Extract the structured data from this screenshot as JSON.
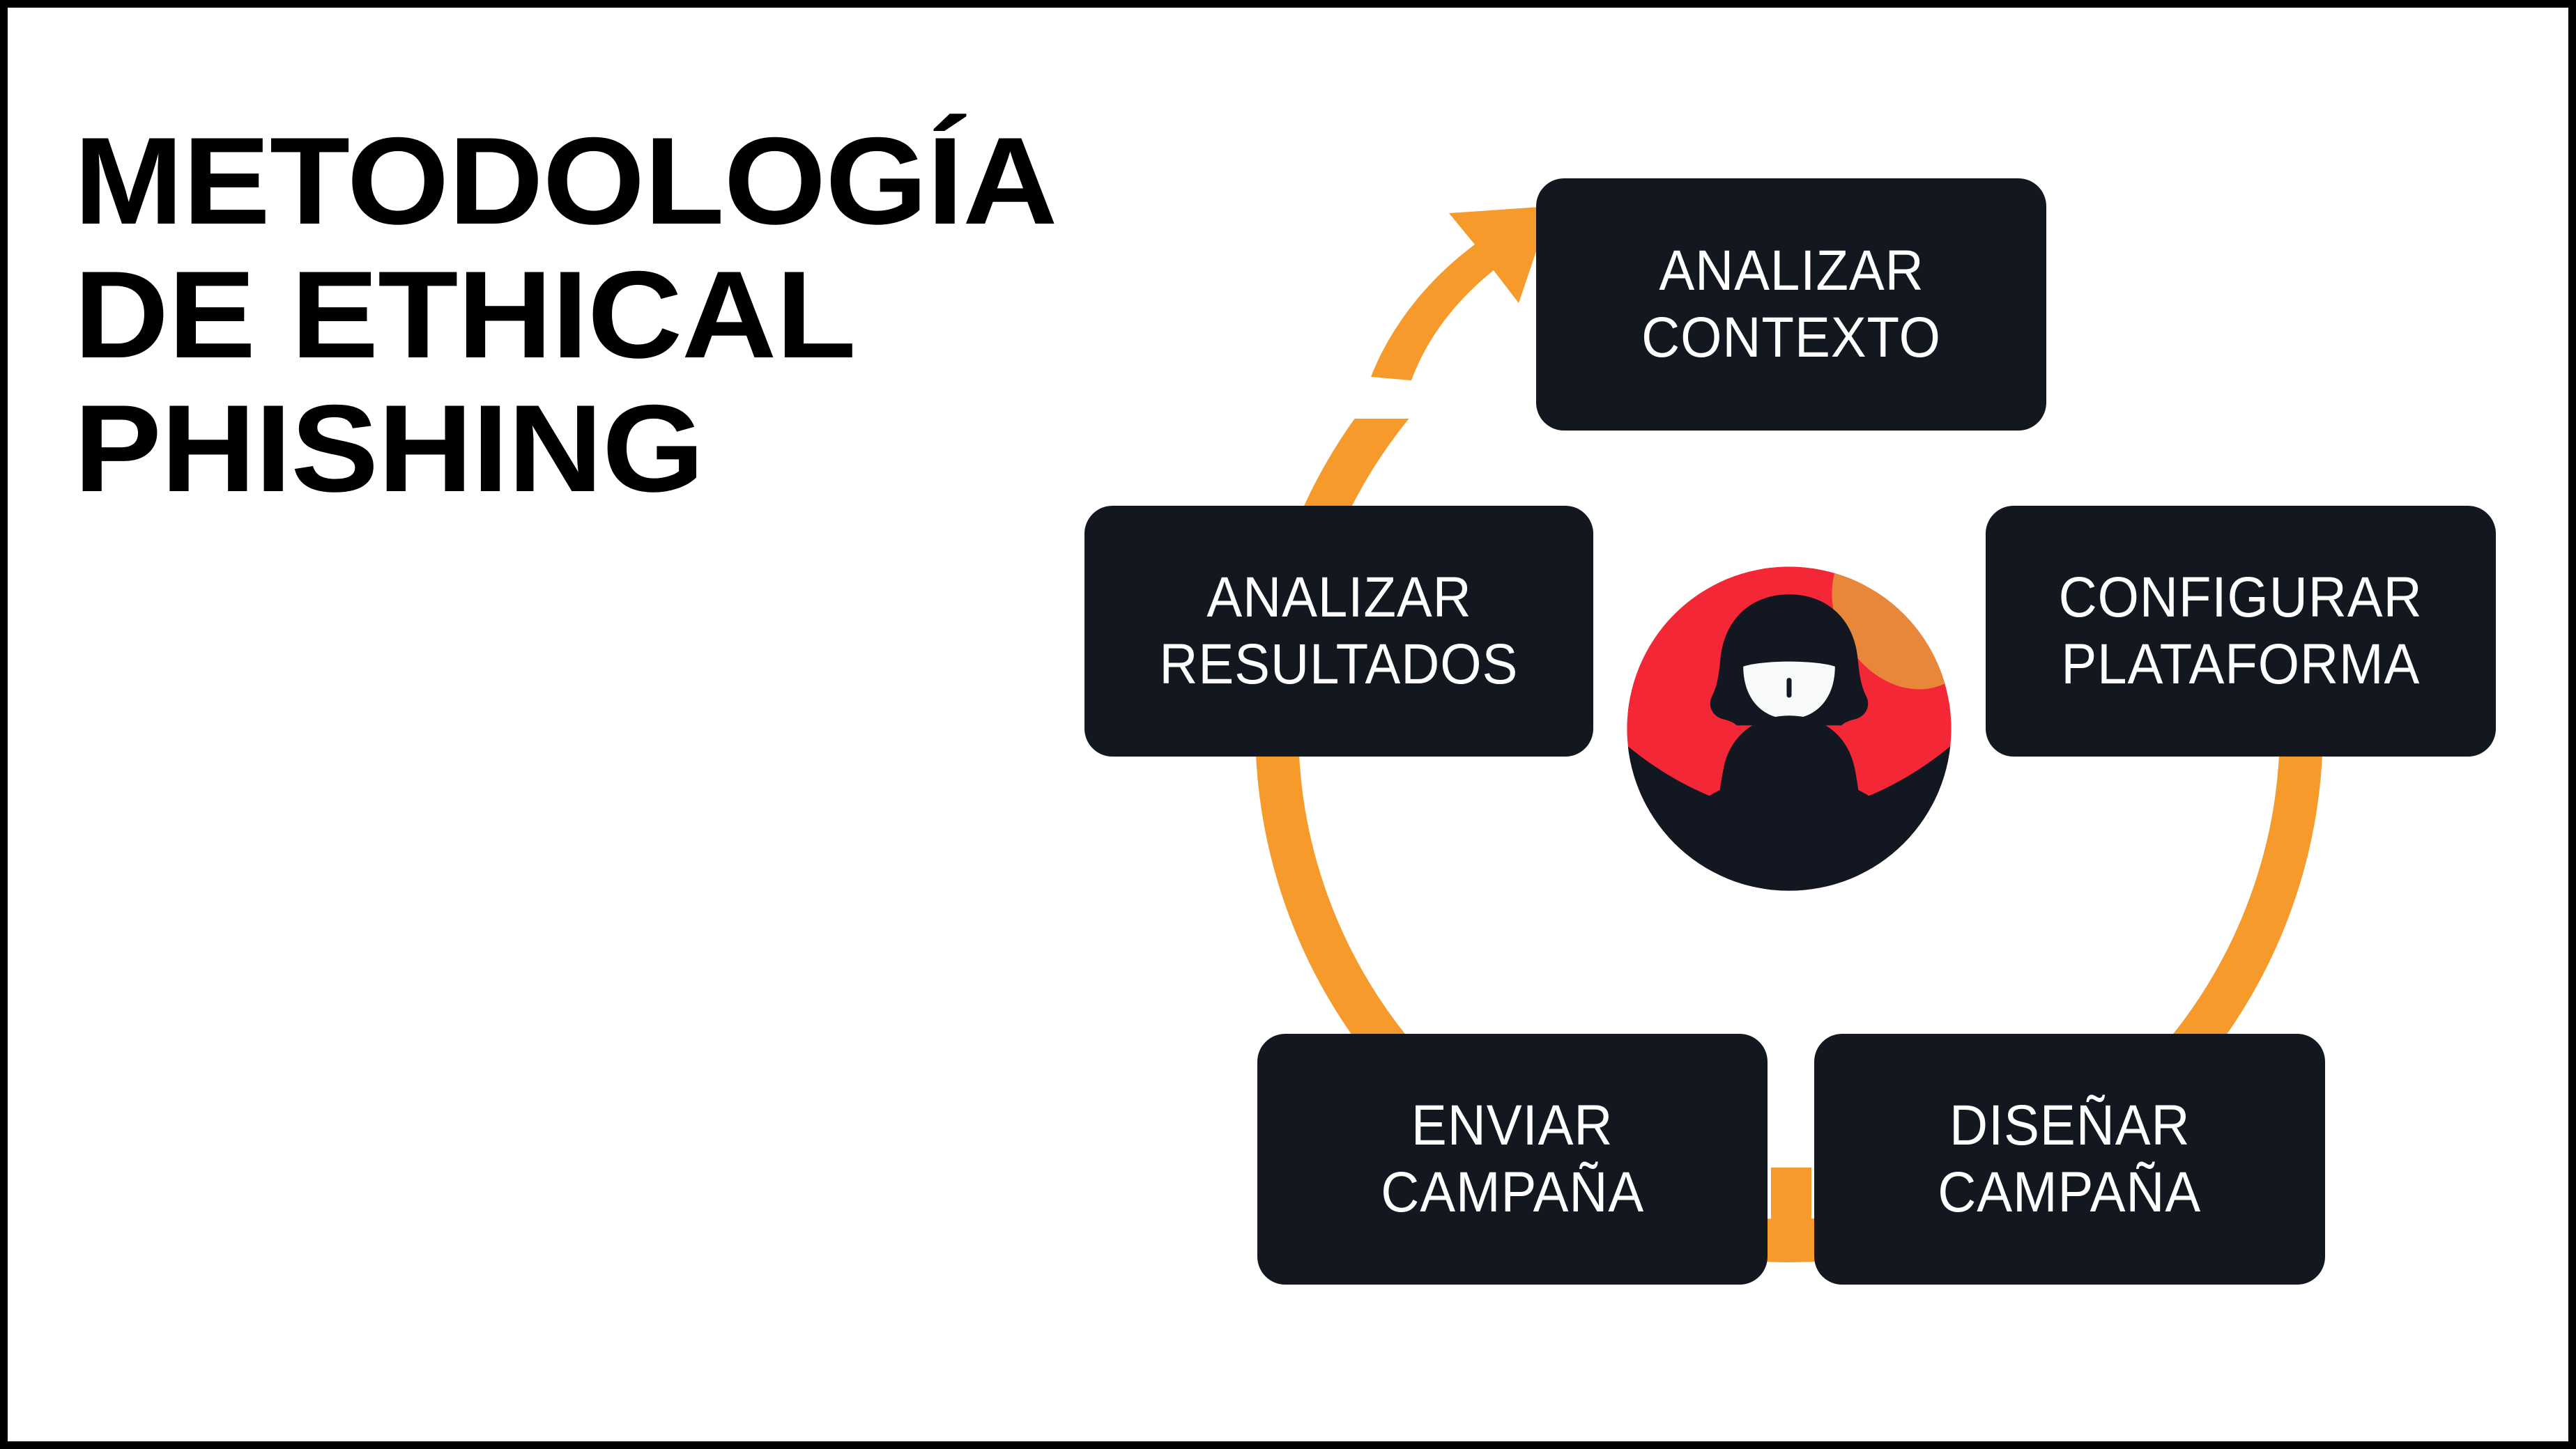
{
  "page": {
    "background_color": "#FFFFFF",
    "border_color": "#000000",
    "accent_orange": "#F79A2C",
    "node_fill": "#131820",
    "node_text_color": "#FFFFFF",
    "badge_red": "#F32735",
    "badge_orange": "#E8873A",
    "badge_dark": "#121722",
    "badge_face": "#F7FAF9"
  },
  "title": {
    "lines": [
      "METODOLOGÍA",
      "DE ETHICAL",
      "PHISHING"
    ],
    "full_text": "METODOLOGÍA DE ETHICAL PHISHING"
  },
  "diagram": {
    "type": "cycle",
    "direction": "clockwise",
    "center_icon": "hacker-hoodie-icon",
    "steps": [
      {
        "id": "analizar-contexto",
        "order": 1,
        "line1": "ANALIZAR",
        "line2": "CONTEXTO",
        "position": "top"
      },
      {
        "id": "configurar-plataforma",
        "order": 2,
        "line1": "CONFIGURAR",
        "line2": "PLATAFORMA",
        "position": "right"
      },
      {
        "id": "disenar-campana",
        "order": 3,
        "line1": "DISEÑAR",
        "line2": "CAMPAÑA",
        "position": "bottom-right"
      },
      {
        "id": "enviar-campana",
        "order": 4,
        "line1": "ENVIAR",
        "line2": "CAMPAÑA",
        "position": "bottom-left"
      },
      {
        "id": "analizar-resultados",
        "order": 5,
        "line1": "ANALIZAR",
        "line2": "RESULTADOS",
        "position": "left"
      }
    ]
  }
}
